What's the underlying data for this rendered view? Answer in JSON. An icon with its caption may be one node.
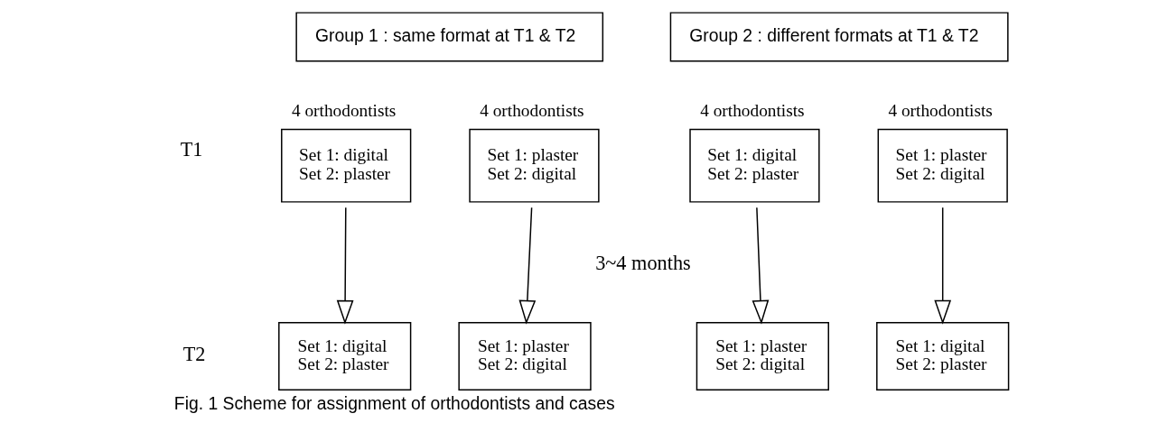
{
  "diagram": {
    "caption": "Fig. 1 Scheme for assignment of orthodontists and cases",
    "nodes": [
      {
        "text": [
          "Group 1 : same format at T1 & T2"
        ]
      },
      {
        "text": [
          "Group 2 : different formats at T1 & T2"
        ]
      },
      {
        "text": [
          "Set 1: digital",
          "Set 2: plaster"
        ],
        "beside": [
          "4 orthodontists"
        ]
      },
      {
        "text": [
          "Set 1: plaster",
          "Set 2: digital"
        ],
        "beside": [
          "4 orthodontists"
        ]
      },
      {
        "text": [
          "Set 1: digital",
          "Set 2: plaster"
        ],
        "beside": [
          "4 orthodontists"
        ]
      },
      {
        "text": [
          "Set 1: plaster",
          "Set 2: digital"
        ],
        "beside": [
          "4 orthodontists"
        ]
      },
      {
        "text": [
          "Set 1: digital",
          "Set 2: plaster"
        ]
      },
      {
        "text": [
          "Set 1: plaster",
          "Set 2: digital"
        ]
      },
      {
        "text": [
          "Set 1: plaster",
          "Set 2: digital"
        ]
      },
      {
        "text": [
          "Set 1: digital",
          "Set 2: plaster"
        ]
      }
    ],
    "edges": [
      {
        "from": 2,
        "to": 6,
        "arrow": "to"
      },
      {
        "from": 3,
        "to": 7,
        "arrow": "to"
      },
      {
        "from": 4,
        "to": 8,
        "arrow": "to"
      },
      {
        "from": 5,
        "to": 9,
        "arrow": "to"
      }
    ],
    "labels": [
      "T1",
      "3~4 months",
      "T2"
    ]
  }
}
